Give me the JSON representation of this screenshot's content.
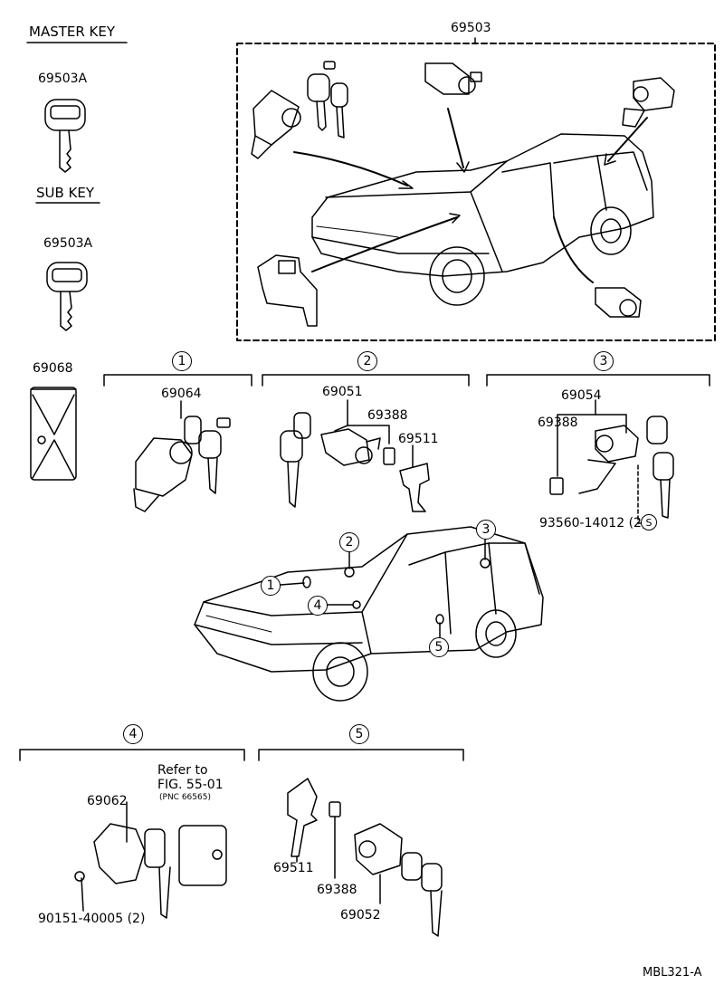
{
  "labels": {
    "master_key": "MASTER KEY",
    "sub_key": "SUB KEY",
    "part_69503A_1": "69503A",
    "part_69503A_2": "69503A",
    "part_69503": "69503",
    "part_69068": "69068",
    "part_69064": "69064",
    "part_69051": "69051",
    "part_69388_a": "69388",
    "part_69511_a": "69511",
    "part_69054": "69054",
    "part_69388_b": "69388",
    "part_93560": "93560-14012 (2)",
    "part_69062": "69062",
    "part_90151": "90151-40005 (2)",
    "refer_to": "Refer to",
    "refer_fig": "FIG. 55-01",
    "refer_pnc": "(PNC 66565)",
    "part_69511_b": "69511",
    "part_69388_c": "69388",
    "part_69052": "69052",
    "diagram_code": "MBL321-A",
    "s_mark": "S"
  },
  "callouts": [
    "1",
    "2",
    "3",
    "4",
    "5"
  ]
}
